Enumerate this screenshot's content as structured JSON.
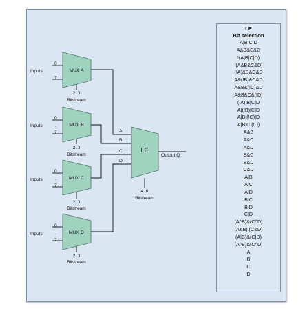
{
  "muxes": [
    {
      "label": "MUX A",
      "inputs_label": "Inputs",
      "top_index": "0",
      "dot": ".",
      "bottom_index": "7",
      "select_width": "2..0",
      "select_label": "Bitstream"
    },
    {
      "label": "MUX B",
      "inputs_label": "Inputs",
      "top_index": "0",
      "dot": ".",
      "bottom_index": "7",
      "select_width": "2..0",
      "select_label": "Bitstream"
    },
    {
      "label": "MUX C",
      "inputs_label": "Inputs",
      "top_index": "0",
      "dot": ".",
      "bottom_index": "7",
      "select_width": "2..0",
      "select_label": "Bitstream"
    },
    {
      "label": "MUX D",
      "inputs_label": "Inputs",
      "top_index": "0",
      "dot": ".",
      "bottom_index": "7",
      "select_width": "2..0",
      "select_label": "Bitstream"
    }
  ],
  "le_block": {
    "label": "LE",
    "input_ports": [
      "A",
      "B",
      "C",
      "D"
    ],
    "output_label": "Output Q",
    "select_width": "4..0",
    "select_label": "Bitstream"
  },
  "selection_panel": {
    "title": "LE",
    "subtitle": "Bit selection",
    "items": [
      "A|B|C|D",
      "A&B&C&D",
      "!(A|B|C|D)",
      "!(A&B&C&D)",
      "(!A)&B&C&D",
      "A&(!B)&C&D",
      "A&B&(!C)&D",
      "A&B&C&(!D)",
      "(!A)|B|C|D",
      "A|(!B)|C|D",
      "A|B|(!C)|D",
      "A|B|C|(!D)",
      "A&B",
      "A&C",
      "A&D",
      "B&C",
      "B&D",
      "C&D",
      "A|B",
      "A|C",
      "A|D",
      "B|C",
      "B|D",
      "C|D",
      "(A^B)&(C^D)",
      "(A&B)|(C&D)",
      "(A|B)&(C|D)",
      "(A^B)&(C^D)",
      "A",
      "B",
      "C",
      "D"
    ]
  }
}
